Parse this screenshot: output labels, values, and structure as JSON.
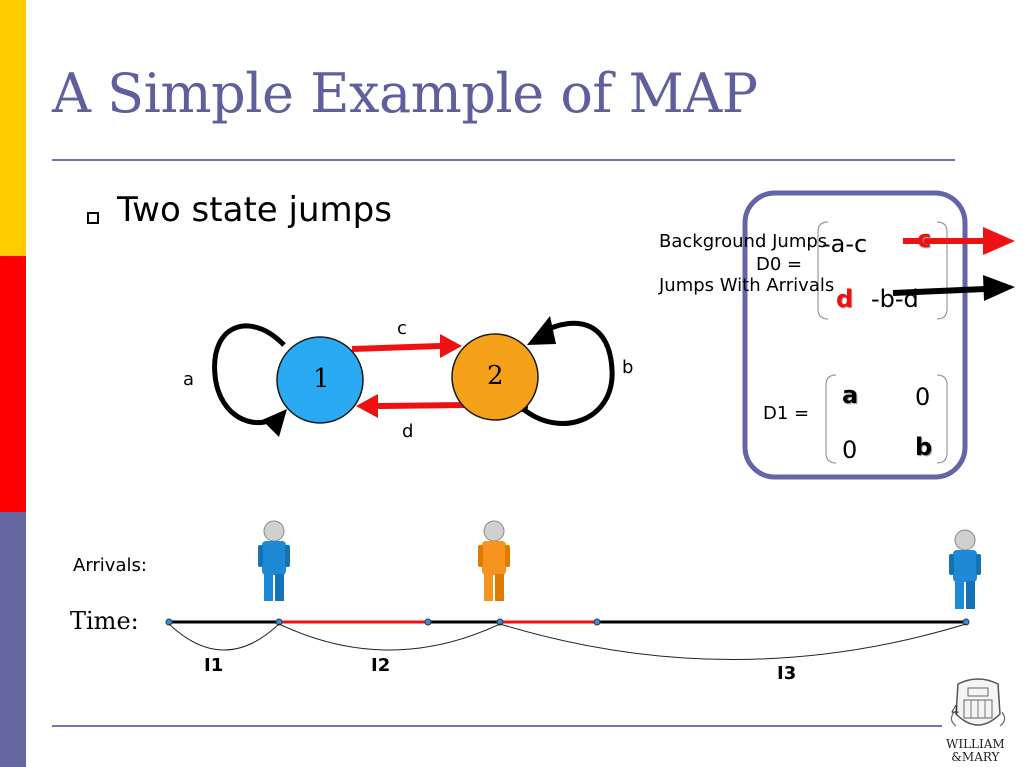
{
  "slide": {
    "title": "A Simple Example of MAP",
    "bullet": "Two state jumps",
    "slide_number": "4"
  },
  "diagram": {
    "state1": "1",
    "state2": "2",
    "label_a": "a",
    "label_b": "b",
    "label_c": "c",
    "label_d": "d"
  },
  "matrix": {
    "legend_background": "Background Jumps",
    "legend_arrivals": "Jumps With Arrivals",
    "d0_label": "D0 =",
    "d0_r1c1": "-a-c",
    "d0_r1c2": "c",
    "d0_r2c1": "d",
    "d0_r2c2": "-b-d",
    "d1_label": "D1 =",
    "d1_r1c1": "a",
    "d1_r1c2": "0",
    "d1_r2c1": "0",
    "d1_r2c2": "b"
  },
  "timeline": {
    "arrivals_label": "Arrivals:",
    "time_label": "Time:",
    "interval1": "I1",
    "interval2": "I2",
    "interval3": "I3"
  },
  "logo": {
    "line1": "WILLIAM",
    "line2": "&MARY"
  },
  "colors": {
    "title": "#5f5f9b",
    "state1_fill": "#29aaf2",
    "state2_fill": "#f5a21a",
    "red_arrow": "#ee1111",
    "frame": "#6464a8"
  }
}
